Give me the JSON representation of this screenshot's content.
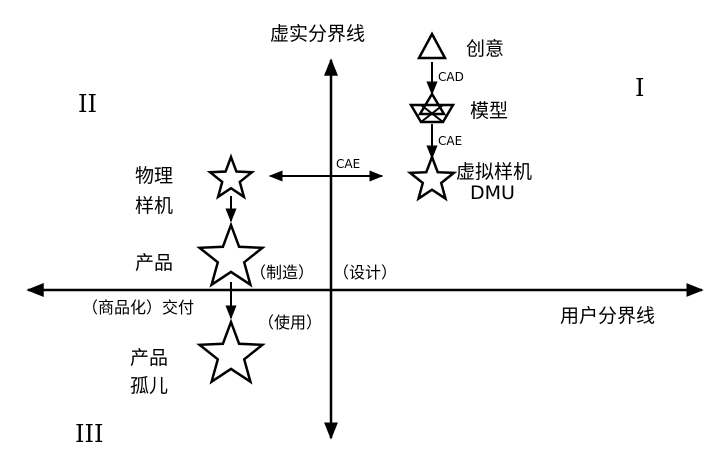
{
  "axes": {
    "vertical_label": "虚实分界线",
    "horizontal_label": "用户分界线"
  },
  "quadrants": {
    "q1": "I",
    "q2": "II",
    "q3": "III"
  },
  "nodes": {
    "idea": "创意",
    "model": "模型",
    "virtual_prototype": "虚拟样机",
    "dmu": "DMU",
    "physical_line1": "物理",
    "physical_line2": "样机",
    "product": "产品",
    "orphan_line1": "产品",
    "orphan_line2": "孤儿"
  },
  "edges": {
    "cad": "CAD",
    "cae_vertical": "CAE",
    "cae_horizontal": "CAE"
  },
  "annotations": {
    "manufacture": "（制造）",
    "design": "（设计）",
    "delivery": "（商品化）交付",
    "use": "（使用）"
  }
}
